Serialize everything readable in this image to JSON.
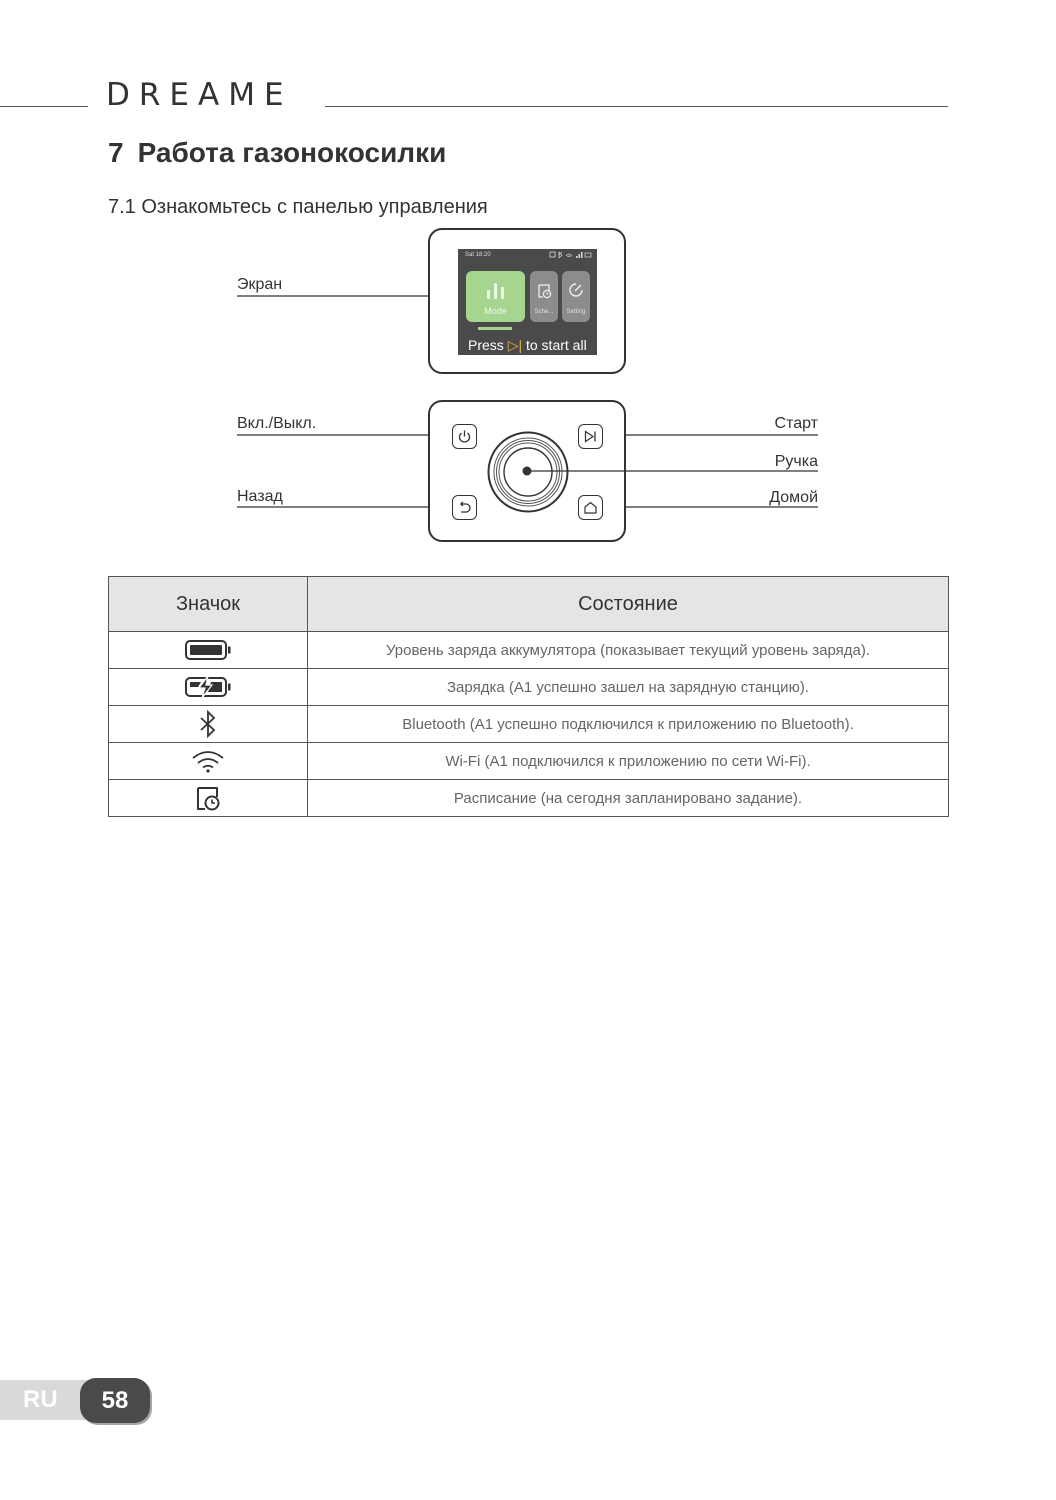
{
  "header": {
    "brand": "DREAME"
  },
  "section": {
    "number": "7",
    "title": "Работа газонокосилки",
    "subsection": "7.1 Ознакомьтесь с панелью управления"
  },
  "diagram": {
    "screen": {
      "label": "Экран",
      "status_time": "Sat 18:20",
      "tiles": [
        {
          "label": "Mode",
          "icon": "mower-mode-icon"
        },
        {
          "label": "Sche...",
          "icon": "schedule-icon"
        },
        {
          "label": "Setting",
          "icon": "setting-icon"
        }
      ],
      "prompt_prefix": "Press",
      "prompt_icon": "▷|",
      "prompt_suffix": "to start all"
    },
    "controls": {
      "power": "Вкл./Выкл.",
      "back": "Назад",
      "start": "Старт",
      "knob": "Ручка",
      "home": "Домой"
    }
  },
  "table": {
    "headers": [
      "Значок",
      "Состояние"
    ],
    "rows": [
      {
        "icon": "battery-icon",
        "text": "Уровень заряда аккумулятора (показывает текущий уровень заряда)."
      },
      {
        "icon": "charging-icon",
        "text": "Зарядка (A1 успешно зашел на зарядную станцию)."
      },
      {
        "icon": "bluetooth-icon",
        "text": "Bluetooth (A1 успешно подключился к приложению по Bluetooth)."
      },
      {
        "icon": "wifi-icon",
        "text": "Wi-Fi (A1 подключился к приложению по сети Wi-Fi)."
      },
      {
        "icon": "schedule-icon",
        "text": "Расписание (на сегодня запланировано задание)."
      }
    ]
  },
  "footer": {
    "language": "RU",
    "page": "58"
  },
  "colors": {
    "accent_green": "#a5d58f",
    "header_gray": "#e4e5e7",
    "tab_dark": "#4a4a4a",
    "tab_light": "#d9d9d9"
  }
}
